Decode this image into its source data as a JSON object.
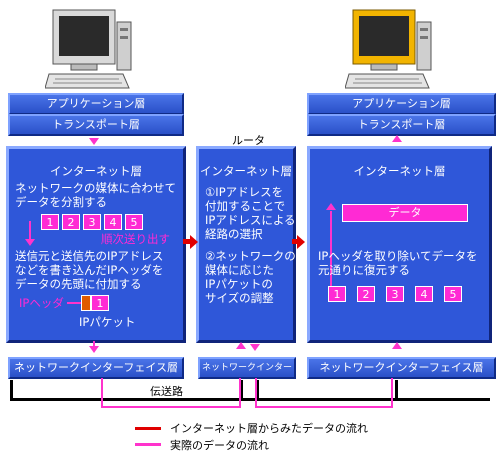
{
  "layers": {
    "application": "アプリケーション層",
    "transport": "トランスポート層",
    "internet": "インターネット層",
    "netif": "ネットワークインターフェイス層"
  },
  "router": {
    "label": "ルータ",
    "step1": "①IPアドレスを\n付加することで\nIPアドレスによる\n経路の選択",
    "step2": "②ネットワークの\n媒体に応じた\nIPパケットの\nサイズの調整"
  },
  "left": {
    "text1": "ネットワークの媒体に合わせて\nデータを分割する",
    "cells": [
      "1",
      "2",
      "3",
      "4",
      "5"
    ],
    "order": "順次送り出す",
    "text2": "送信元と送信先のIPアドレス\nなどを書き込んだIPヘッダを\nデータの先頭に付加する",
    "ip_header": "IPヘッダ",
    "packet_num": "1",
    "packet_label": "IPパケット"
  },
  "right": {
    "data_label": "データ",
    "text": "IPヘッダを取り除いてデータを\n元通りに復元する",
    "cells": [
      "1",
      "2",
      "3",
      "4",
      "5"
    ]
  },
  "transmission": "伝送路",
  "legend": {
    "red": "インターネット層からみたデータの流れ",
    "magenta": "実際のデータの流れ"
  },
  "colors": {
    "panel": "#2f57d9",
    "highlight": "#ff2ad4",
    "red_flow": "#e00000",
    "magenta_flow": "#ff33cc",
    "monitor_right": "#f2b400"
  },
  "icons": [
    "computer-icon-left",
    "computer-icon-right"
  ]
}
